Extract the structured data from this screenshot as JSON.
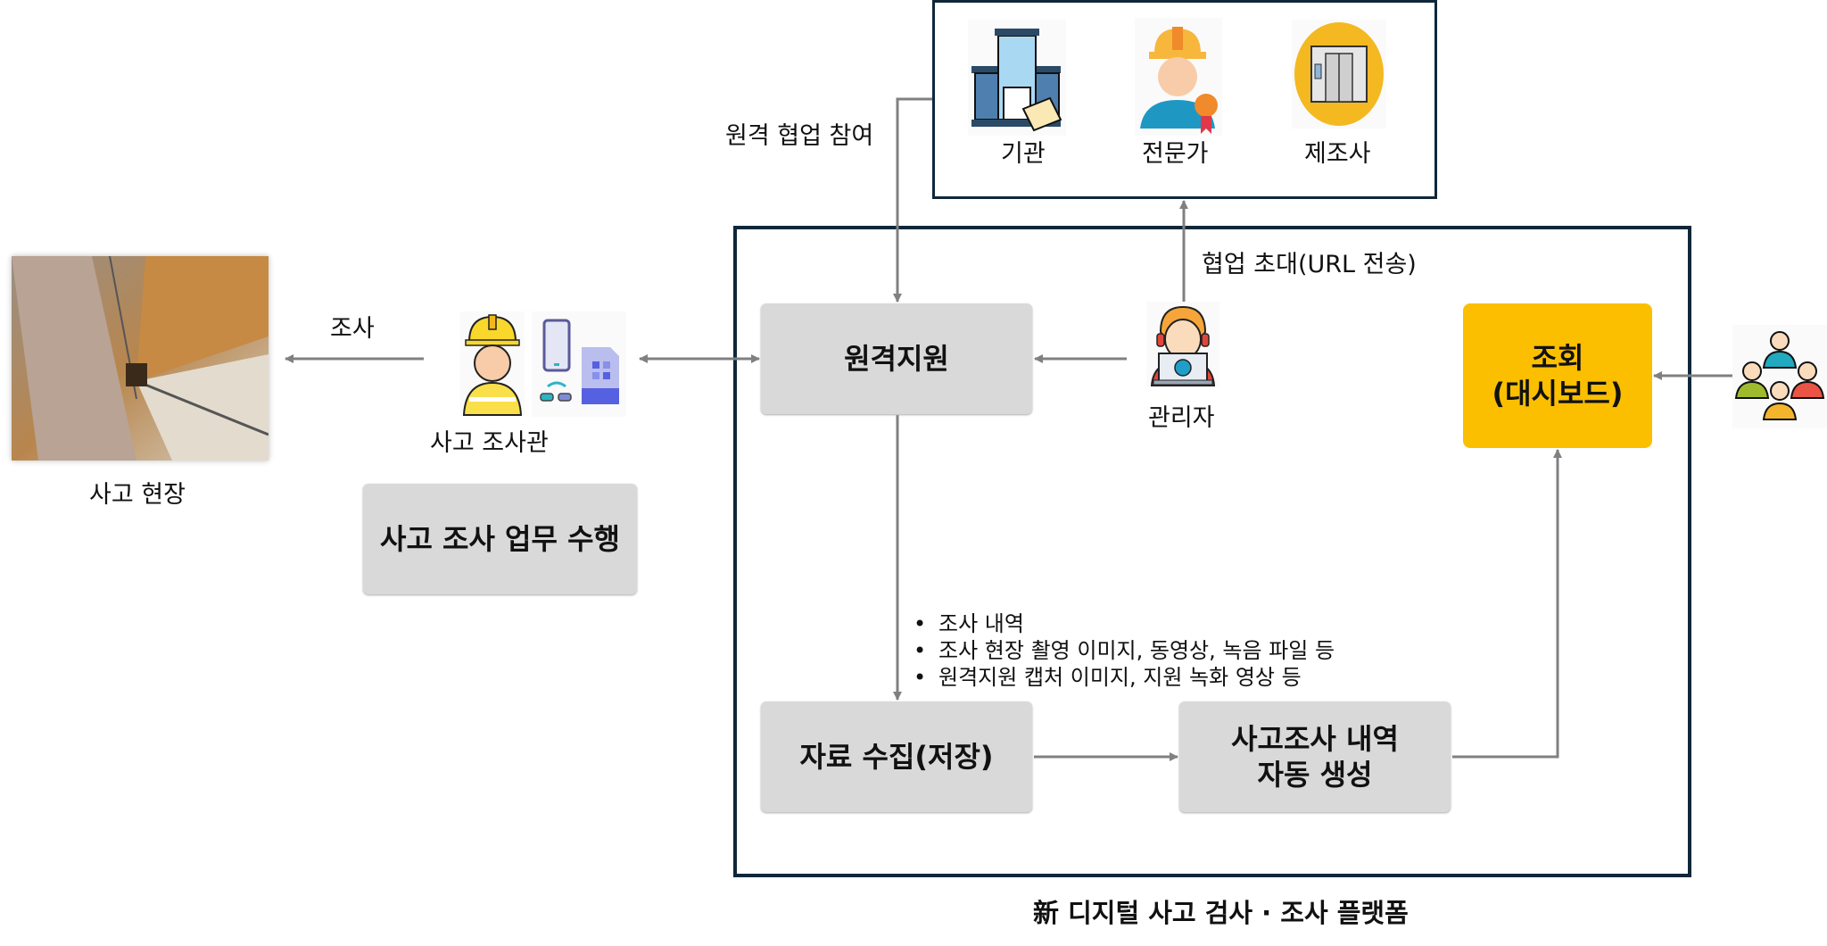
{
  "partners": {
    "items": [
      {
        "label": "기관",
        "icon": "building-icon"
      },
      {
        "label": "전문가",
        "icon": "expert-icon"
      },
      {
        "label": "제조사",
        "icon": "elevator-icon"
      }
    ]
  },
  "left": {
    "site_label": "사고 현장",
    "investigate_label": "조사",
    "investigator_label": "사고 조사관",
    "task_box": "사고 조사 업무 수행"
  },
  "flow": {
    "remote_collab_label": "원격 협업 참여",
    "invite_label": "협업 초대(URL 전송)",
    "admin_label": "관리자",
    "remote_support_box": "원격지원",
    "dashboard_box_line1": "조회",
    "dashboard_box_line2": "(대시보드)",
    "collect_box": "자료 수집(저장)",
    "report_box_line1": "사고조사 내역",
    "report_box_line2": "자동 생성",
    "bullets": [
      "조사 내역",
      "조사 현장 촬영 이미지, 동영상, 녹음 파일 등",
      "원격지원 캡처 이미지, 지원 녹화 영상 등"
    ]
  },
  "platform_title": "新 디지털 사고 검사 · 조사 플랫폼",
  "colors": {
    "frame": "#10273a",
    "box_gray": "#d9d9d9",
    "box_yellow": "#fbbf00",
    "arrow": "#808080"
  }
}
